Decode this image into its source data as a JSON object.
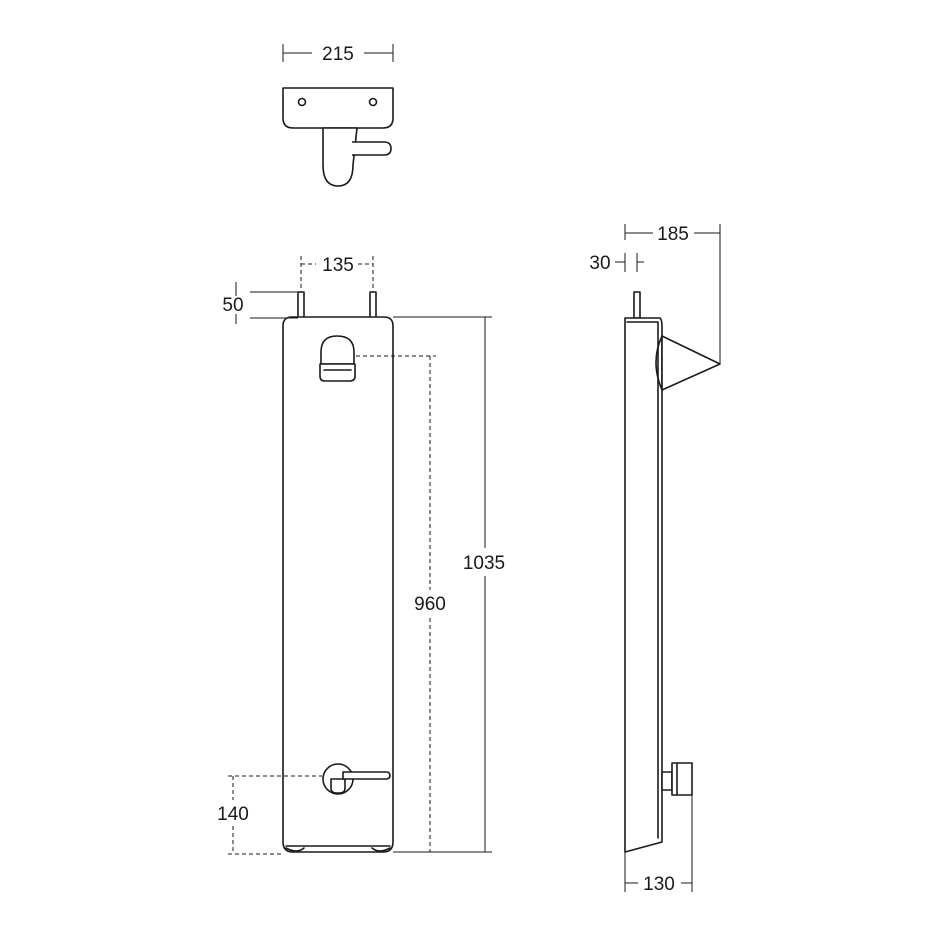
{
  "dimensions": {
    "top_width": "215",
    "pillar_spacing": "135",
    "pillar_height": "50",
    "overall_height": "1035",
    "outlet_height": "960",
    "control_height": "140",
    "projection": "185",
    "pillar_offset": "30",
    "control_depth": "130"
  }
}
